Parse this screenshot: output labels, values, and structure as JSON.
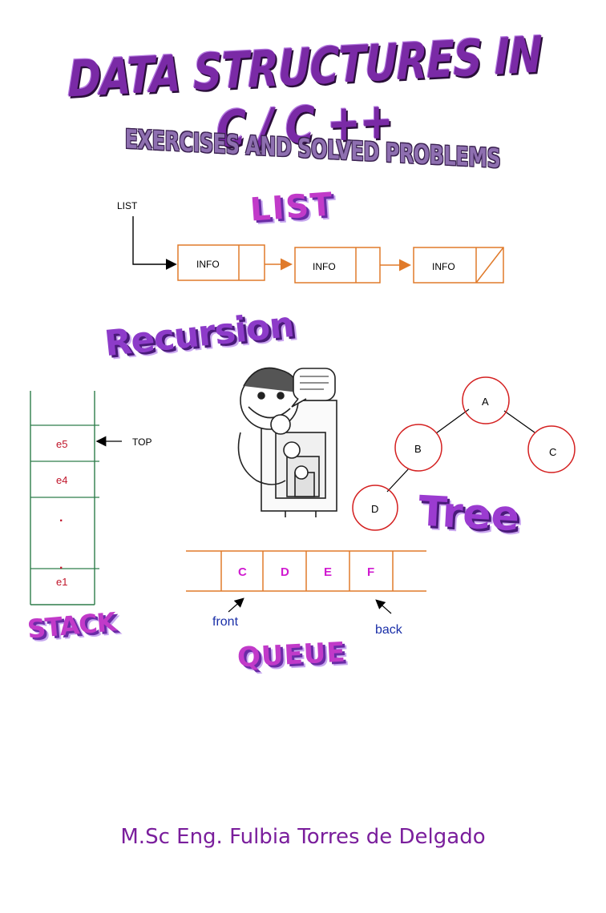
{
  "cover": {
    "title": "DATA STRUCTURES IN C / C ++",
    "subtitle": "EXERCISES AND SOLVED PROBLEMS",
    "author": "M.Sc Eng. Fulbia Torres de Delgado"
  },
  "list": {
    "word": "LIST",
    "pointer_label": "LIST",
    "nodes": [
      "INFO",
      "INFO",
      "INFO"
    ]
  },
  "recursion": {
    "word": "Recursion"
  },
  "stack": {
    "word": "STACK",
    "top_label": "TOP",
    "cells": [
      "e5",
      "e4",
      ".",
      ".",
      "e1"
    ]
  },
  "tree": {
    "word": "Tree",
    "nodes": [
      "A",
      "B",
      "C",
      "D"
    ]
  },
  "queue": {
    "word": "QUEUE",
    "cells": [
      "C",
      "D",
      "E",
      "F"
    ],
    "front_label": "front",
    "back_label": "back"
  },
  "colors": {
    "title": "#7a2aa6",
    "subtitle": "#8e6fb0",
    "wordart_pink": "#c13ac9",
    "list_boxes": "#e07a2a",
    "stack_lines": "#2e7d4a",
    "stack_text": "#c0152a",
    "tree_nodes": "#d42020",
    "queue_lines": "#e07a2a",
    "queue_text": "#d01ad0",
    "queue_labels": "#1a2fa8",
    "author": "#7a1e9c"
  }
}
